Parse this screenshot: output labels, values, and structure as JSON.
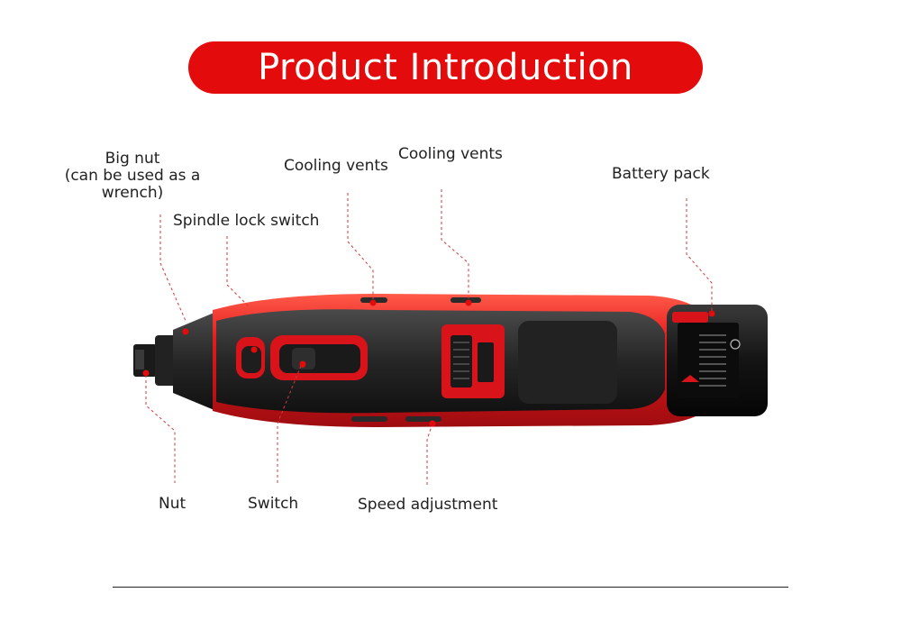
{
  "header": {
    "title": "Product Introduction"
  },
  "labels": {
    "big_nut": [
      "Big nut",
      "(can be used as a",
      "wrench)"
    ],
    "spindle_lock": "Spindle lock switch",
    "cooling_vents_1": "Cooling vents",
    "cooling_vents_2": "Cooling vents",
    "battery_pack": "Battery pack",
    "nut": "Nut",
    "switch": "Switch",
    "speed_adjustment": "Speed adjustment"
  },
  "colors": {
    "accent": "#e30b0b",
    "tool_body": "#d8141a",
    "grip": "#2a2a2a",
    "leader_line": "#d43a3a"
  },
  "icons": {
    "battery_badge": "recycle-icon"
  }
}
